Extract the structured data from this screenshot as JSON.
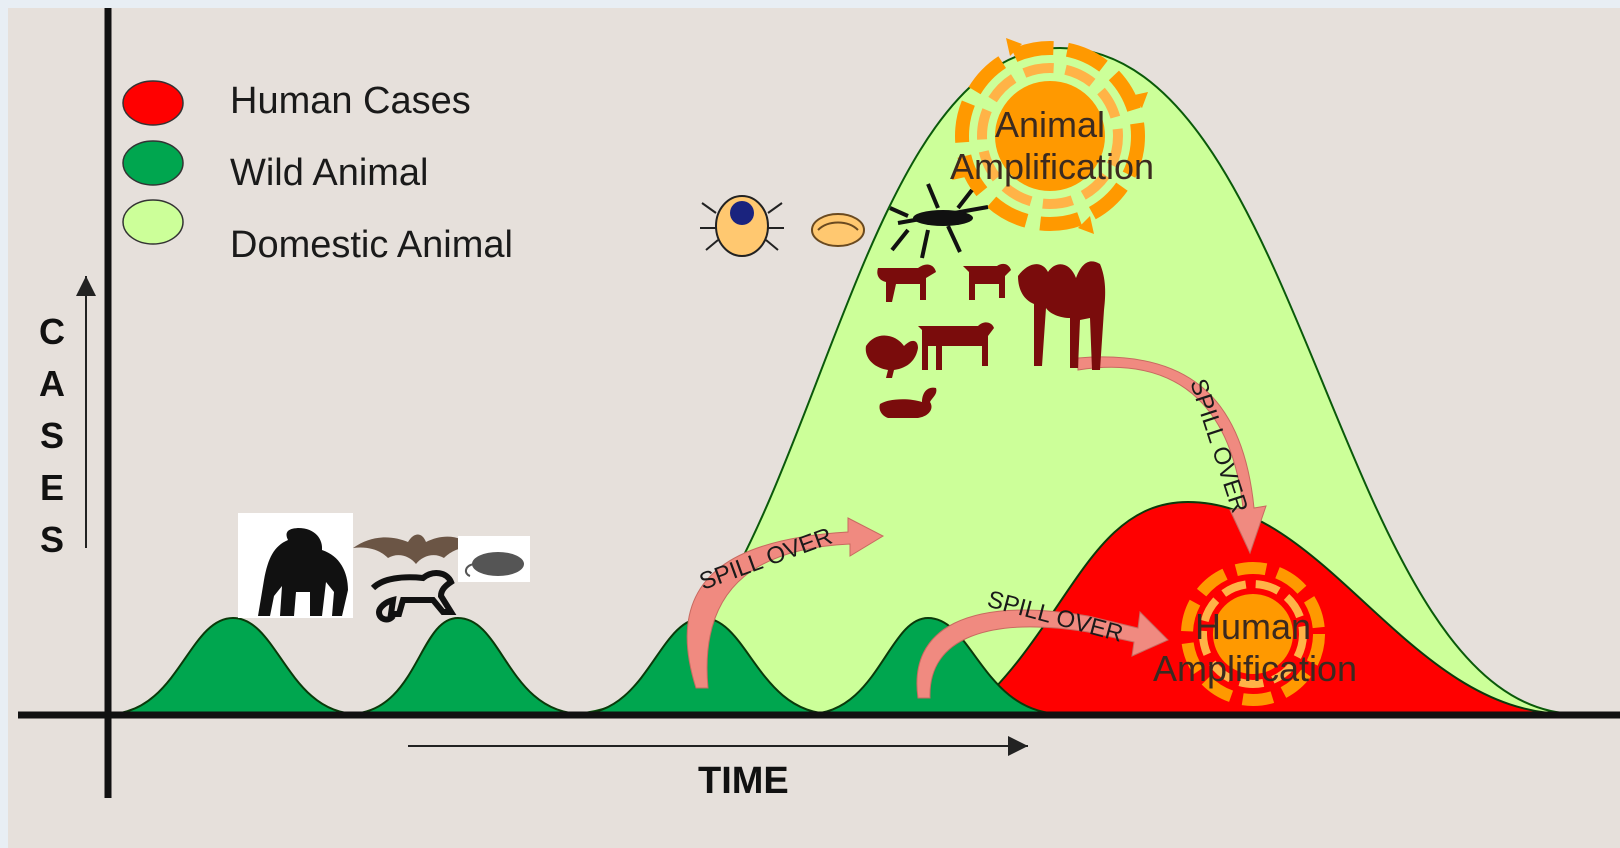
{
  "legend": {
    "items": [
      {
        "label": "Human Cases",
        "color": "#ff0000"
      },
      {
        "label": "Wild Animal",
        "color": "#00a64f"
      },
      {
        "label": "Domestic Animal",
        "color": "#ccff99"
      }
    ]
  },
  "axes": {
    "y_label": "CASES",
    "x_label": "TIME"
  },
  "amplification": {
    "animal_line1": "Animal",
    "animal_line2": "Amplification",
    "human_line1": "Human",
    "human_line2": "Amplification"
  },
  "spillover": {
    "label_1": "SPILL OVER",
    "label_2": "SPILL OVER",
    "label_3": "SPILL OVER"
  },
  "icons": {
    "wild_animals": [
      "gorilla-icon",
      "bat-icon",
      "rat-icon",
      "monkey-icon"
    ],
    "vectors": [
      "tick-icon",
      "sandfly-icon",
      "mosquito-icon"
    ],
    "domestic_animals": [
      "goat-icon",
      "cow-icon",
      "camel-icon",
      "chicken-icon",
      "cattle-icon",
      "duck-icon"
    ]
  },
  "colors": {
    "human": "#ff0000",
    "wild": "#00a64f",
    "domestic": "#ccff99",
    "amplification": "#ff9900",
    "spillover_arrow": "#f08a80",
    "animal_silhouette": "#7a0c0c",
    "background": "#e6e0db"
  }
}
